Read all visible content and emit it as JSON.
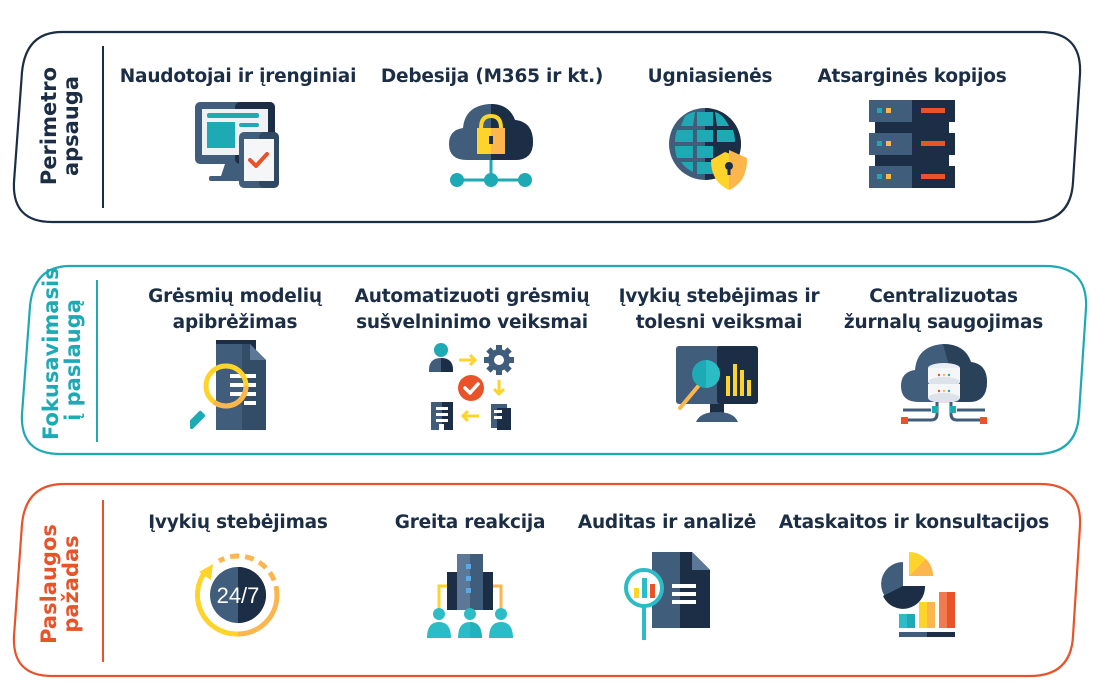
{
  "colors": {
    "navy": "#1b2e45",
    "slate": "#415d7c",
    "teal": "#1eaab5",
    "orange": "#e8532a",
    "yellow": "#fed42a",
    "amber": "#fdb54e"
  },
  "sections": [
    {
      "label_line1": "Perimetro",
      "label_line2": "apsauga",
      "color": "#1b2e45",
      "items": [
        {
          "title": "Naudotojai ir įrenginiai",
          "icon": "devices-check-icon"
        },
        {
          "title": "Debesija (M365 ir kt.)",
          "icon": "cloud-lock-icon"
        },
        {
          "title": "Ugniasienės",
          "icon": "globe-shield-icon"
        },
        {
          "title": "Atsarginės kopijos",
          "icon": "server-rack-icon"
        }
      ]
    },
    {
      "label_line1": "Fokusavimasis",
      "label_line2": "į paslaugą",
      "color": "#1eaab5",
      "items": [
        {
          "title_line1": "Grėsmių modelių",
          "title_line2": "apibrėžimas",
          "icon": "document-search-icon"
        },
        {
          "title_line1": "Automatizuoti grėsmių",
          "title_line2": "sušvelninimo veiksmai",
          "icon": "workflow-automation-icon"
        },
        {
          "title_line1": "Įvykių stebėjimas ir",
          "title_line2": "tolesni veiksmai",
          "icon": "monitor-analytics-icon"
        },
        {
          "title_line1": "Centralizuotas",
          "title_line2": "žurnalų saugojimas",
          "icon": "cloud-database-icon"
        }
      ]
    },
    {
      "label_line1": "Paslaugos",
      "label_line2": "pažadas",
      "color": "#e8532a",
      "items": [
        {
          "title": "Įvykių stebėjimas",
          "icon": "clock-24-7-icon",
          "badge": "24/7"
        },
        {
          "title": "Greita reakcija",
          "icon": "team-hierarchy-icon"
        },
        {
          "title": "Auditas ir analizė",
          "icon": "audit-report-icon"
        },
        {
          "title": "Ataskaitos ir konsultacijos",
          "icon": "charts-report-icon"
        }
      ]
    }
  ]
}
